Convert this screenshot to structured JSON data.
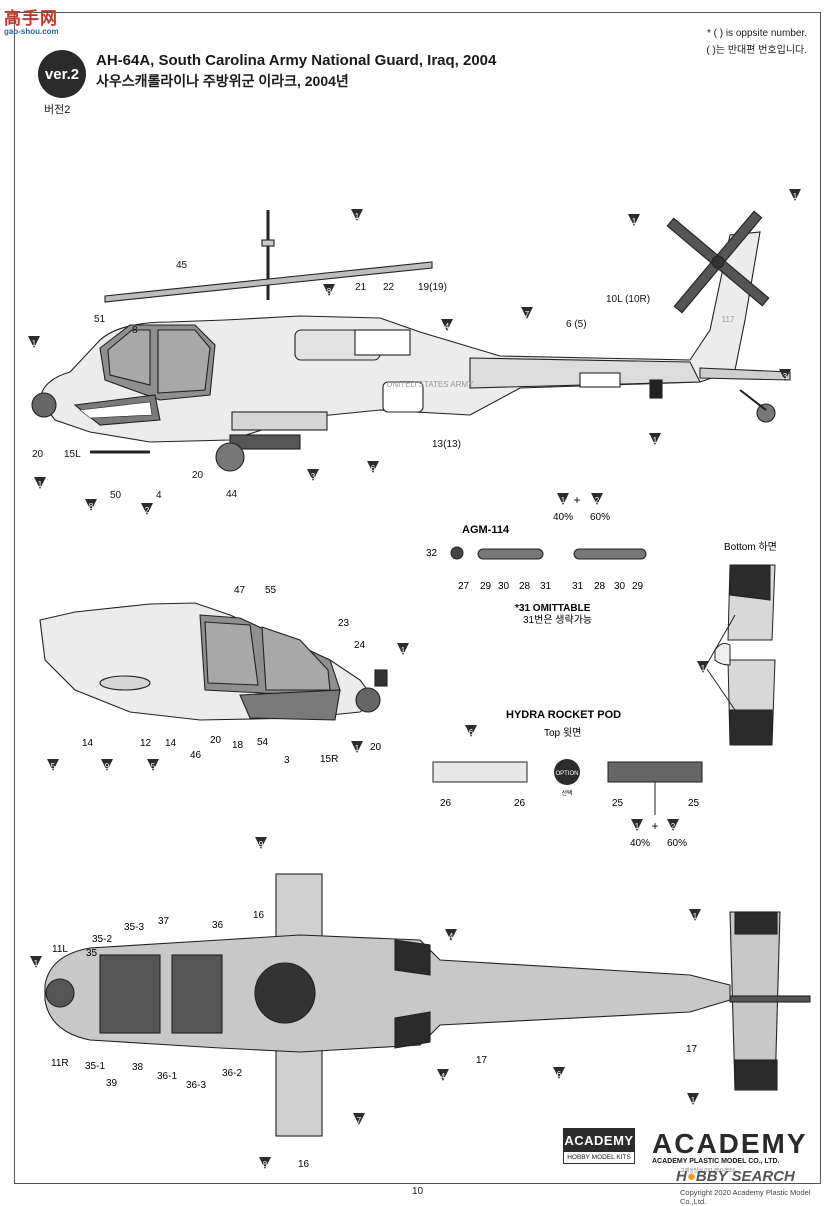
{
  "watermark": {
    "title": "高手网",
    "url": "gao-shou.com"
  },
  "badge": {
    "label": "ver.2",
    "sub": "버전2"
  },
  "title": {
    "en": "AH-64A, South Carolina Army National Guard, Iraq, 2004",
    "ko": "사우스캐롤라이나 주방위군 이라크, 2004년"
  },
  "notes": {
    "en": "* (  ) is oppsite number.",
    "ko": "(  )는 반대편 번호입니다."
  },
  "side_view": {
    "labels": [
      "1",
      "45",
      "8",
      "21",
      "22",
      "19(19)",
      "4",
      "7",
      "1",
      "10L (10R)",
      "1",
      "51",
      "8",
      "6 (5)",
      "3",
      "1",
      "20",
      "15L",
      "1",
      "50",
      "4",
      "8",
      "20",
      "44",
      "13(13)",
      "6",
      "3",
      "2",
      "1",
      "1"
    ],
    "fuselage_text": "UNITED STATES ARMY",
    "tail_text": "117"
  },
  "agm": {
    "title": "AGM-114",
    "mix_left": "1",
    "mix_plus": "+",
    "mix_right": "2",
    "pct_left": "40%",
    "pct_right": "60%",
    "numbers": [
      "32",
      "27",
      "29",
      "30",
      "28",
      "31",
      "31",
      "28",
      "30",
      "29"
    ],
    "note1": "*31 OMITTABLE",
    "note2": "31번은 생략가능"
  },
  "bottom": {
    "title": "Bottom 하면",
    "callout": "1"
  },
  "cockpit_view": {
    "labels": [
      "47",
      "55",
      "23",
      "24",
      "1",
      "14",
      "9",
      "12",
      "14",
      "5",
      "20",
      "46",
      "18",
      "54",
      "3",
      "15R",
      "1",
      "20",
      "5"
    ]
  },
  "hydra": {
    "title": "HYDRA ROCKET POD",
    "sub": "Top 윗면",
    "left_callout": "6",
    "left_nums": [
      "26",
      "26"
    ],
    "option": "OPTION",
    "option_sub": "선택",
    "right_nums": [
      "25",
      "25"
    ],
    "mix_left": "1",
    "mix_plus": "+",
    "mix_right": "2",
    "pct_left": "40%",
    "pct_right": "60%"
  },
  "top_view": {
    "labels": [
      "9",
      "16",
      "37",
      "36",
      "4",
      "1",
      "35-3",
      "35-2",
      "11L",
      "35",
      "1",
      "17",
      "17",
      "11R",
      "35-1",
      "39",
      "38",
      "36-1",
      "36-3",
      "36-2",
      "6",
      "4",
      "1",
      "7",
      "8",
      "16"
    ]
  },
  "branding": {
    "box_top": "ACADEMY",
    "box_bottom": "HOBBY MODEL KITS",
    "logo": "ACADEMY",
    "company": "ACADEMY PLASTIC MODEL CO., LTD.",
    "phone": "고객상담실 031-850-8555",
    "hobby_a": "H",
    "hobby_b": "BBY SEARCH"
  },
  "page_number": "10",
  "copyright": "Copyright 2020 Academy Plastic Model Co.,Ltd."
}
